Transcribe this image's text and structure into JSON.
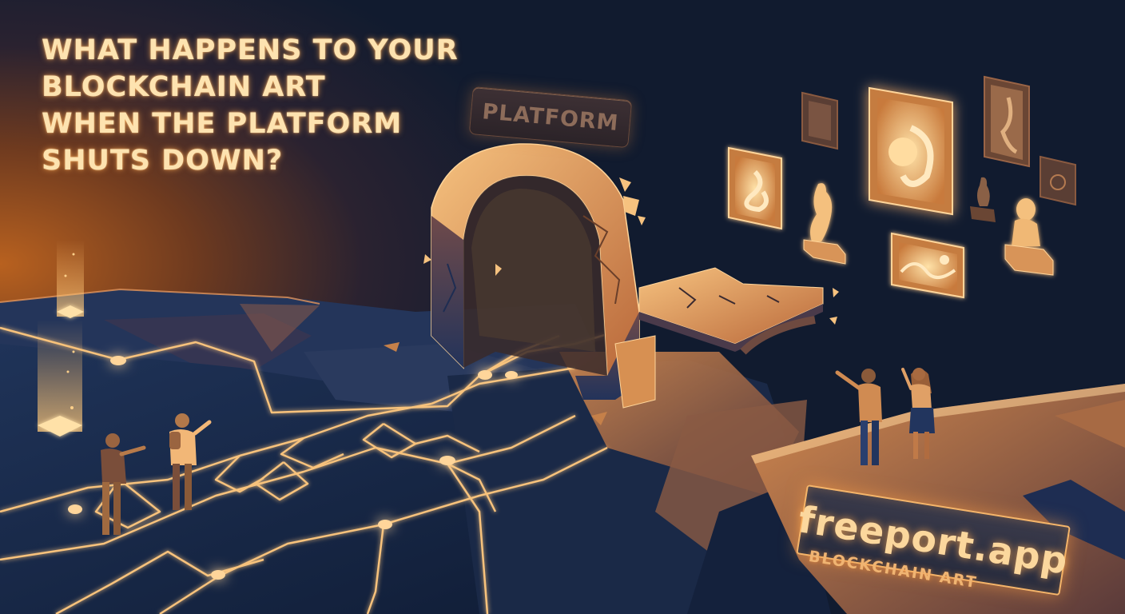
{
  "headline": {
    "lines": [
      "WHAT HAPPENS TO YOUR",
      "BLOCKCHAIN ART",
      "WHEN THE PLATFORM",
      "SHUTS DOWN?"
    ]
  },
  "platform_sign": {
    "label": "PLATFORM"
  },
  "brand": {
    "name": "freeport.app",
    "tagline": "BLOCKCHAIN ART"
  },
  "scene": {
    "elements": [
      "crumbling-arch",
      "broken-bridge",
      "circuit-path",
      "light-pillars",
      "floating-gallery",
      "people-left",
      "people-right"
    ]
  },
  "colors": {
    "sky": "#0f1a2e",
    "glow": "#f5b56a",
    "text": "#fde3b0",
    "stone": "#e0975a",
    "ground": "#1c2c4c"
  }
}
